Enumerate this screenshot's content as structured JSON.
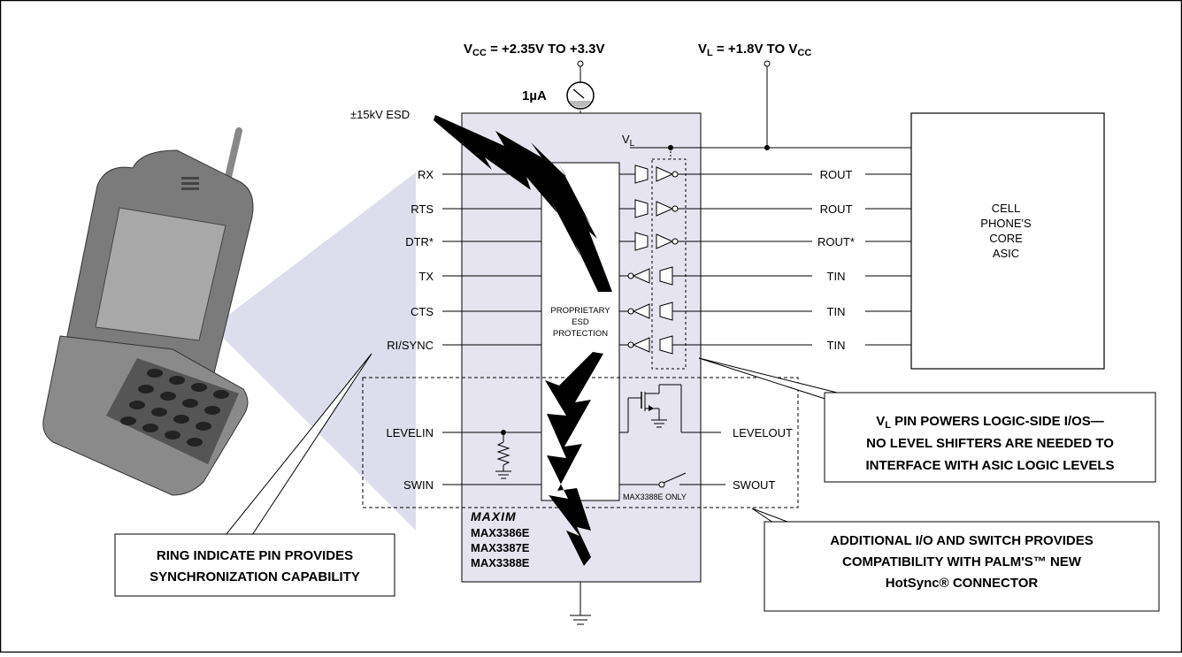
{
  "supply": {
    "vcc": "V",
    "vcc_sub": "CC",
    "vcc_range": " = +2.35V TO +3.3V",
    "vl": "V",
    "vl_sub": "L",
    "vl_range": " = +1.8V TO V",
    "vl_range_sub": "CC",
    "current": "1µA"
  },
  "esd": {
    "rating": "±15kV ESD",
    "protection": [
      "PROPRIETARY",
      "ESD",
      "PROTECTION"
    ]
  },
  "chip": {
    "vl_pin": "V",
    "vl_pin_sub": "L",
    "left_pins": [
      "RX",
      "RTS",
      "DTR*",
      "TX",
      "CTS",
      "RI/SYNC",
      "LEVELIN",
      "SWIN"
    ],
    "right_pins": [
      "LEVELOUT",
      "SWOUT"
    ],
    "switch_note": "MAX3388E ONLY",
    "logo": "MAXIM",
    "parts": [
      "MAX3386E",
      "MAX3387E",
      "MAX3388E"
    ]
  },
  "logic_side": {
    "signals": [
      "ROUT",
      "ROUT",
      "ROUT*",
      "TIN",
      "TIN",
      "TIN"
    ]
  },
  "asic": {
    "lines": [
      "CELL",
      "PHONE'S",
      "CORE",
      "ASIC"
    ]
  },
  "callouts": {
    "vl": [
      "V",
      "L",
      " PIN POWERS LOGIC-SIDE I/OS—",
      "NO LEVEL SHIFTERS ARE NEEDED TO",
      "INTERFACE WITH ASIC LOGIC LEVELS"
    ],
    "additional": [
      "ADDITIONAL I/O AND SWITCH PROVIDES",
      "COMPATIBILITY WITH PALM'S™ NEW",
      "HotSync® CONNECTOR"
    ],
    "ring": [
      "RING INDICATE PIN PROVIDES",
      "SYNCHRONIZATION CAPABILITY"
    ]
  },
  "colors": {
    "chip_fill": "#e6e5ef",
    "beam": "#d6d4e6",
    "phone_body": "#7b7b7b",
    "phone_screen": "#a8a8a8"
  }
}
